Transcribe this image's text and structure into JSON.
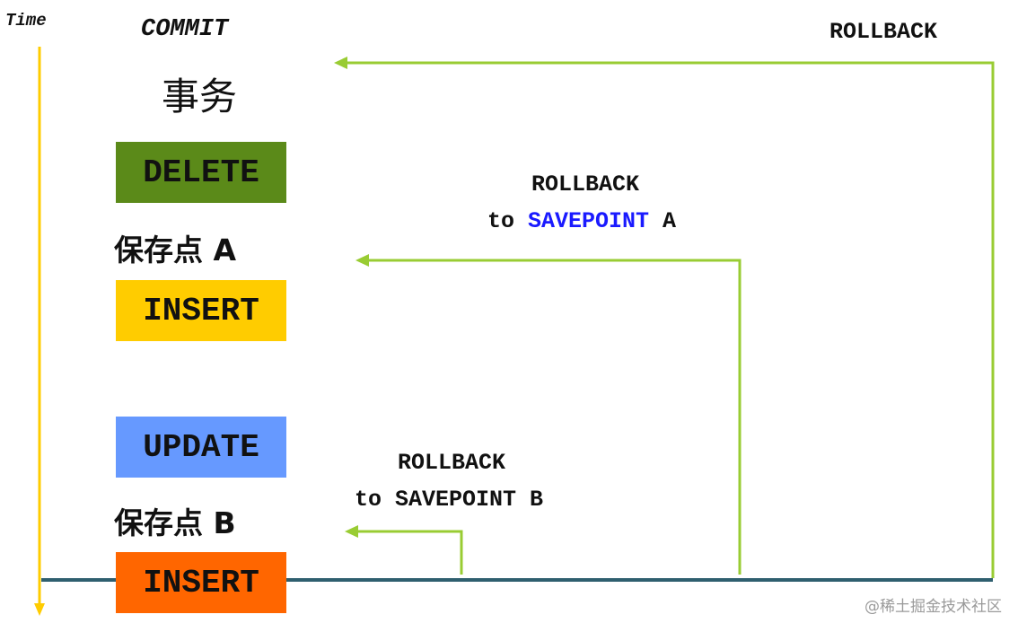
{
  "time_label": "Time",
  "commit_label": "COMMIT",
  "transaction_label": "事务",
  "savepoint_a_label": "保存点 A",
  "savepoint_b_label": "保存点 B",
  "operations": {
    "delete": {
      "label": "DELETE",
      "color": "#5b8a19"
    },
    "insert1": {
      "label": "INSERT",
      "color": "#ffcc00"
    },
    "update": {
      "label": "UPDATE",
      "color": "#6699ff"
    },
    "insert2": {
      "label": "INSERT",
      "color": "#ff6600"
    }
  },
  "rollback_full": {
    "text": "ROLLBACK"
  },
  "rollback_a": {
    "line1": "ROLLBACK",
    "line2_prefix": "to ",
    "line2_savepoint": "SAVEPOINT",
    "line2_suffix": " A"
  },
  "rollback_b": {
    "line1": "ROLLBACK",
    "line2": "to SAVEPOINT B"
  },
  "watermark": "@稀土掘金技术社区",
  "colors": {
    "time_axis": "#ffcc00",
    "arrows": "#99cc33",
    "baseline": "#2f5f6f",
    "savepoint_highlight": "#1a1aff"
  }
}
